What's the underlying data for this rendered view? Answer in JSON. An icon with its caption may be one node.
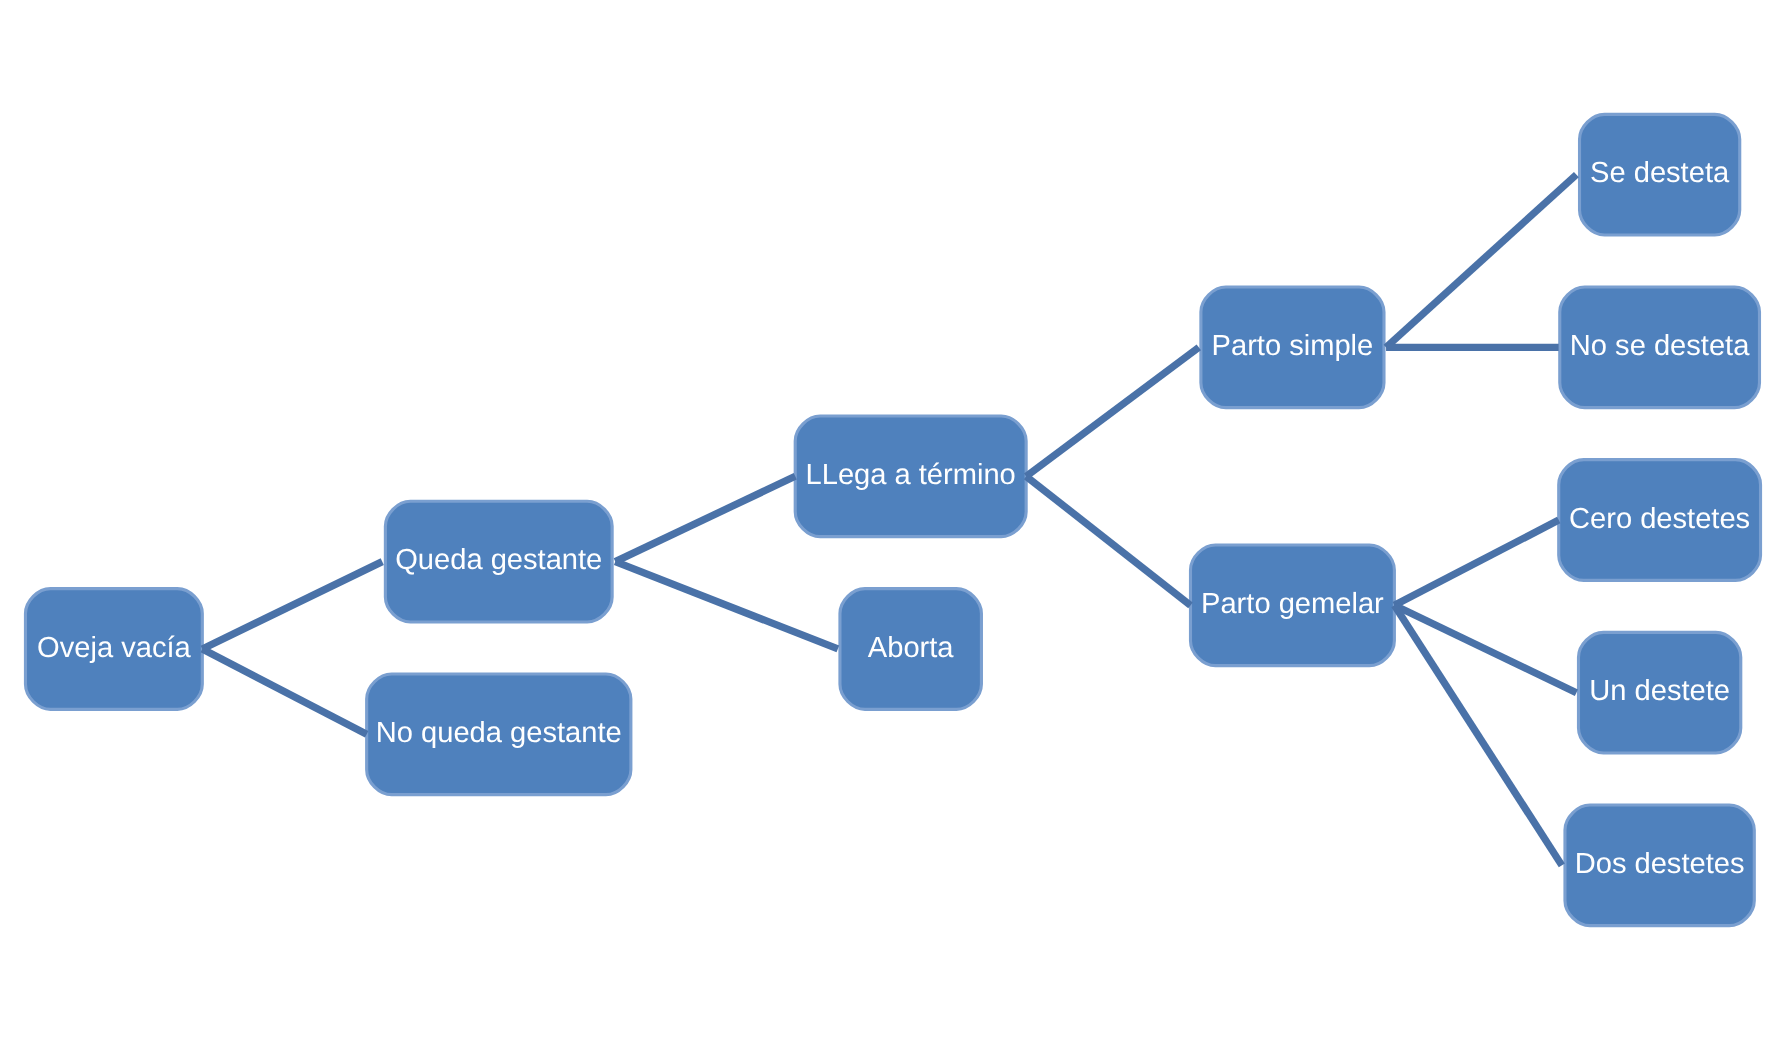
{
  "diagram": {
    "nodes": [
      {
        "text": [
          "Oveja vacía"
        ]
      },
      {
        "text": [
          "Queda gestante"
        ]
      },
      {
        "text": [
          "No queda gestante"
        ]
      },
      {
        "text": [
          "LLega a término"
        ]
      },
      {
        "text": [
          "Aborta"
        ]
      },
      {
        "text": [
          "Parto simple"
        ]
      },
      {
        "text": [
          "Parto gemelar"
        ]
      },
      {
        "text": [
          "Se desteta"
        ]
      },
      {
        "text": [
          "No se desteta"
        ]
      },
      {
        "text": [
          "Cero destetes"
        ]
      },
      {
        "text": [
          "Un destete"
        ]
      },
      {
        "text": [
          "Dos destetes"
        ]
      }
    ],
    "edges": [
      {
        "from": 0,
        "to": 1,
        "arrow": "none"
      },
      {
        "from": 0,
        "to": 2,
        "arrow": "none"
      },
      {
        "from": 1,
        "to": 3,
        "arrow": "none"
      },
      {
        "from": 1,
        "to": 4,
        "arrow": "none"
      },
      {
        "from": 3,
        "to": 5,
        "arrow": "none"
      },
      {
        "from": 3,
        "to": 6,
        "arrow": "none"
      },
      {
        "from": 5,
        "to": 7,
        "arrow": "none"
      },
      {
        "from": 5,
        "to": 8,
        "arrow": "none"
      },
      {
        "from": 6,
        "to": 9,
        "arrow": "none"
      },
      {
        "from": 6,
        "to": 10,
        "arrow": "none"
      },
      {
        "from": 6,
        "to": 11,
        "arrow": "none"
      }
    ]
  }
}
